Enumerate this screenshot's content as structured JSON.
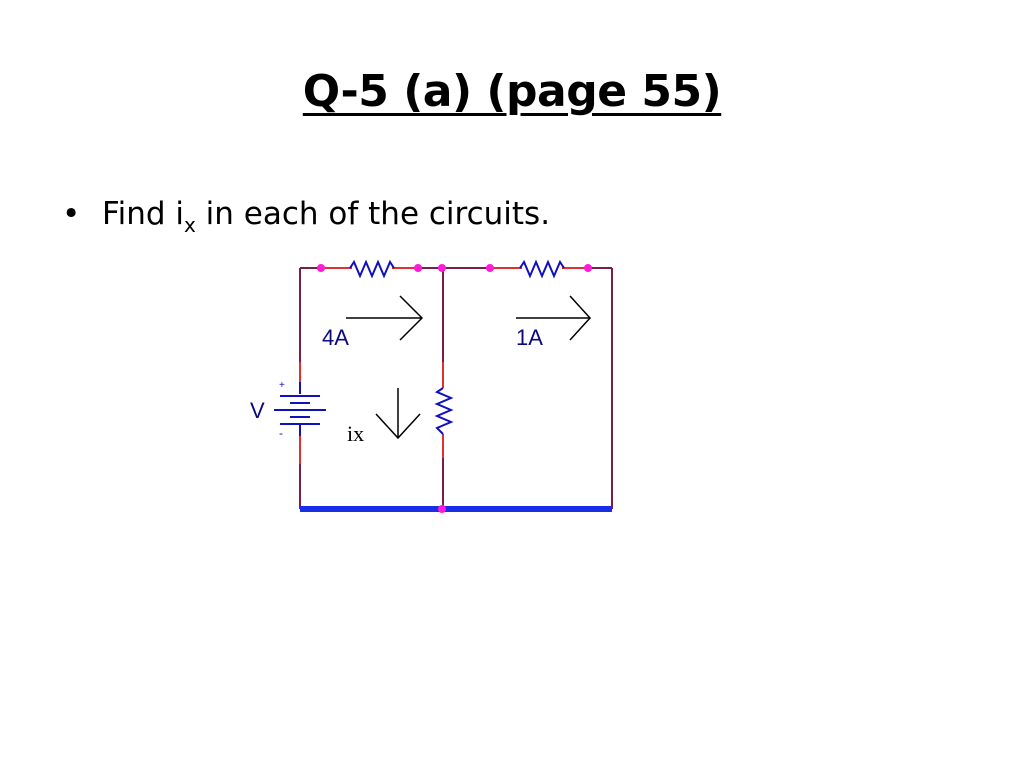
{
  "slide": {
    "title": "Q-5 (a) (page 55)",
    "bullet": {
      "symbol": "•",
      "text_before": "Find i",
      "subscript": "x",
      "text_after": " in each of the circuits."
    }
  },
  "circuit": {
    "labels": {
      "current_left": "4A",
      "current_right": "1A",
      "source": "V",
      "plus": "+",
      "minus": "-",
      "unknown_current": "ix"
    },
    "colors": {
      "wire": "#7b1f4a",
      "wire_segment": "#e03030",
      "ground_bus": "#1a2ee6",
      "component": "#1010c0",
      "node_dot": "#ff1ad9",
      "label": "#0a0a7a",
      "arrow": "#000000"
    }
  }
}
